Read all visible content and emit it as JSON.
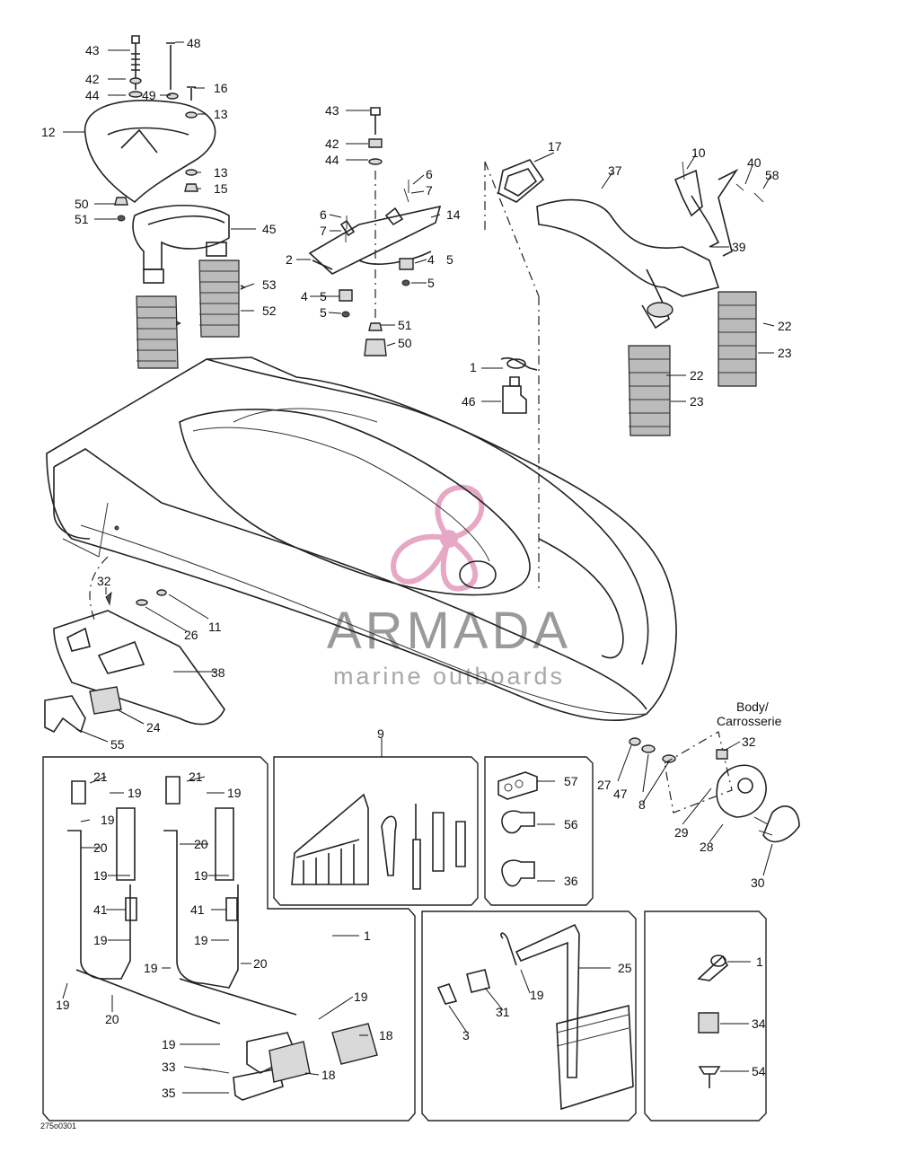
{
  "diagram_code": "275o0301",
  "body_label": "Body/",
  "body_label_fr": "Carrosserie",
  "watermark": {
    "brand": "ARMADA",
    "tagline": "marine outboards",
    "logo_color": "#e6a8c4"
  },
  "callouts": [
    "43",
    "48",
    "42",
    "44",
    "49",
    "16",
    "13",
    "12",
    "13",
    "15",
    "50",
    "51",
    "45",
    "53",
    "52",
    "43",
    "42",
    "44",
    "6",
    "7",
    "6",
    "7",
    "14",
    "2",
    "4",
    "5",
    "5",
    "4",
    "5",
    "5",
    "51",
    "50",
    "17",
    "10",
    "37",
    "40",
    "58",
    "39",
    "1",
    "46",
    "22",
    "23",
    "22",
    "23",
    "32",
    "11",
    "26",
    "38",
    "24",
    "55",
    "9",
    "57",
    "56",
    "36",
    "Body/",
    "32",
    "27",
    "47",
    "8",
    "29",
    "28",
    "30",
    "21",
    "19",
    "19",
    "20",
    "19",
    "41",
    "19",
    "19",
    "20",
    "21",
    "19",
    "20",
    "19",
    "41",
    "19",
    "20",
    "19",
    "1",
    "19",
    "18",
    "19",
    "33",
    "35",
    "18",
    "25",
    "19",
    "31",
    "3",
    "1",
    "34",
    "54"
  ]
}
